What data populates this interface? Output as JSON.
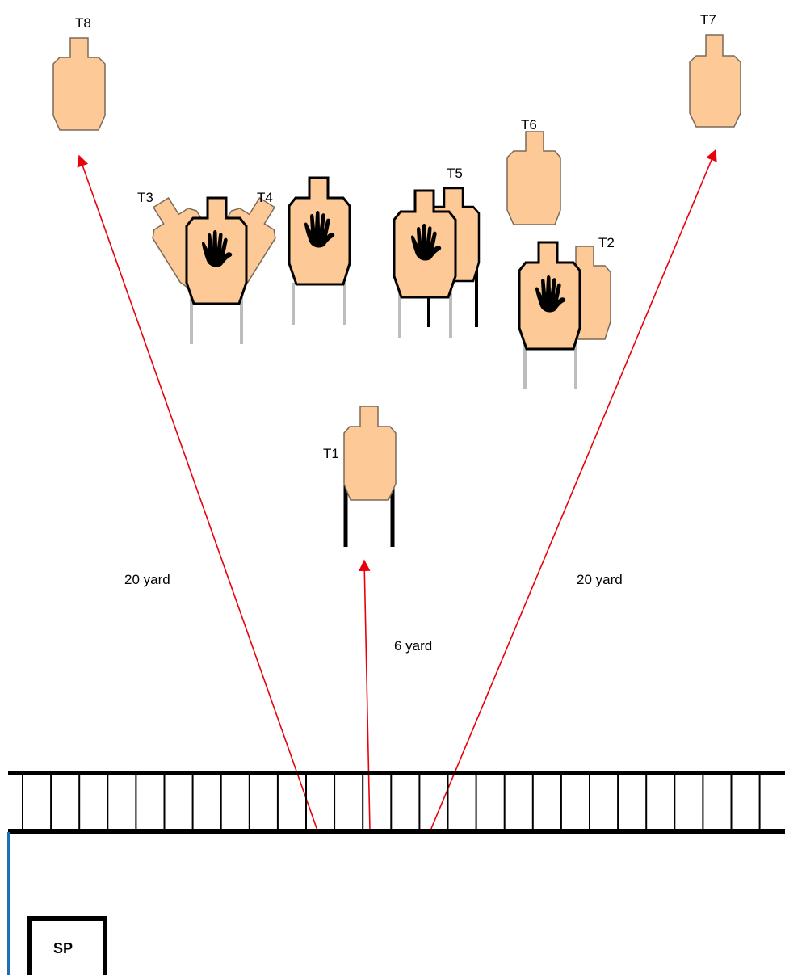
{
  "colors": {
    "target_fill": "#FDC996",
    "target_stroke": "#7a6a5a",
    "noshoot_stroke": "#000000",
    "arrow": "#E8000B",
    "wall": "#000000",
    "fault_line": "#1F6FB5",
    "leg_dark": "#000000",
    "leg_light": "#BDBDBD"
  },
  "icons": {
    "hand": "hand-icon"
  },
  "targets": [
    {
      "id": "T1",
      "label": "T1"
    },
    {
      "id": "T2",
      "label": "T2"
    },
    {
      "id": "T3",
      "label": "T3"
    },
    {
      "id": "T4",
      "label": "T4"
    },
    {
      "id": "T5",
      "label": "T5"
    },
    {
      "id": "T6",
      "label": "T6"
    },
    {
      "id": "T7",
      "label": "T7"
    },
    {
      "id": "T8",
      "label": "T8"
    }
  ],
  "distances": {
    "left": "20 yard",
    "center": "6 yard",
    "right": "20 yard"
  },
  "start_position": "SP"
}
